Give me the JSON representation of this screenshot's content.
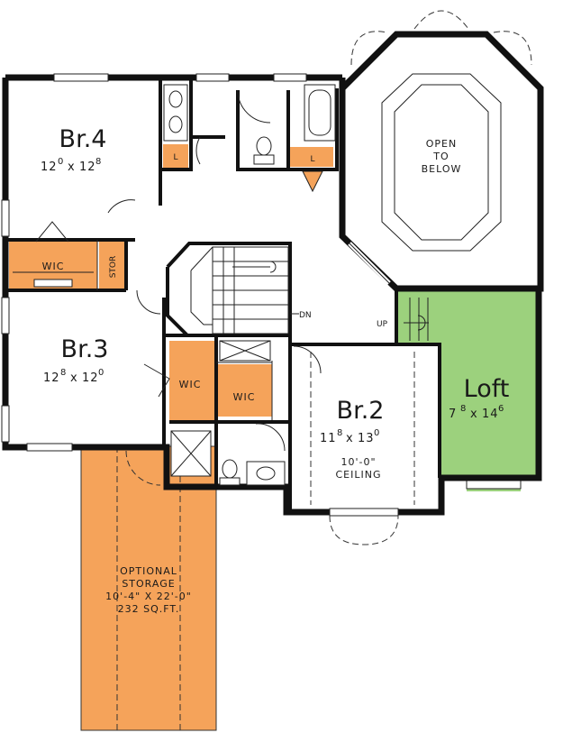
{
  "colors": {
    "wall": "#111111",
    "storage": "#f5a35a",
    "loft": "#9cd17d",
    "closet": "#f5a35a",
    "background": "#ffffff"
  },
  "rooms": {
    "br4": {
      "name": "Br.4",
      "w_main": "12",
      "w_sup": "0",
      "x": "x",
      "l_main": "12",
      "l_sup": "8"
    },
    "br3": {
      "name": "Br.3",
      "w_main": "12",
      "w_sup": "8",
      "x": "x",
      "l_main": "12",
      "l_sup": "0"
    },
    "br2": {
      "name": "Br.2",
      "w_main": "11",
      "w_sup": "8",
      "x": "x",
      "l_main": "13",
      "l_sup": "0",
      "ceiling_line1": "10'-0\"",
      "ceiling_line2": "CEILING"
    },
    "loft": {
      "name": "Loft",
      "w_main": "7",
      "w_sup": "8",
      "x": "x",
      "l_main": "14",
      "l_sup": "6"
    }
  },
  "open_below": {
    "line1": "OPEN",
    "line2": "TO",
    "line3": "BELOW"
  },
  "storage": {
    "line1": "OPTIONAL",
    "line2": "STORAGE",
    "line3": "10'-4\" X 22'-0\"",
    "line4": "232 SQ.FT."
  },
  "labels": {
    "wic_br4": "WIC",
    "stor": "STOR",
    "wic_br3": "WIC",
    "wic_br2": "WIC",
    "linen_1": "L",
    "linen_2": "L",
    "stair_dn": "DN",
    "stair_up": "UP"
  }
}
